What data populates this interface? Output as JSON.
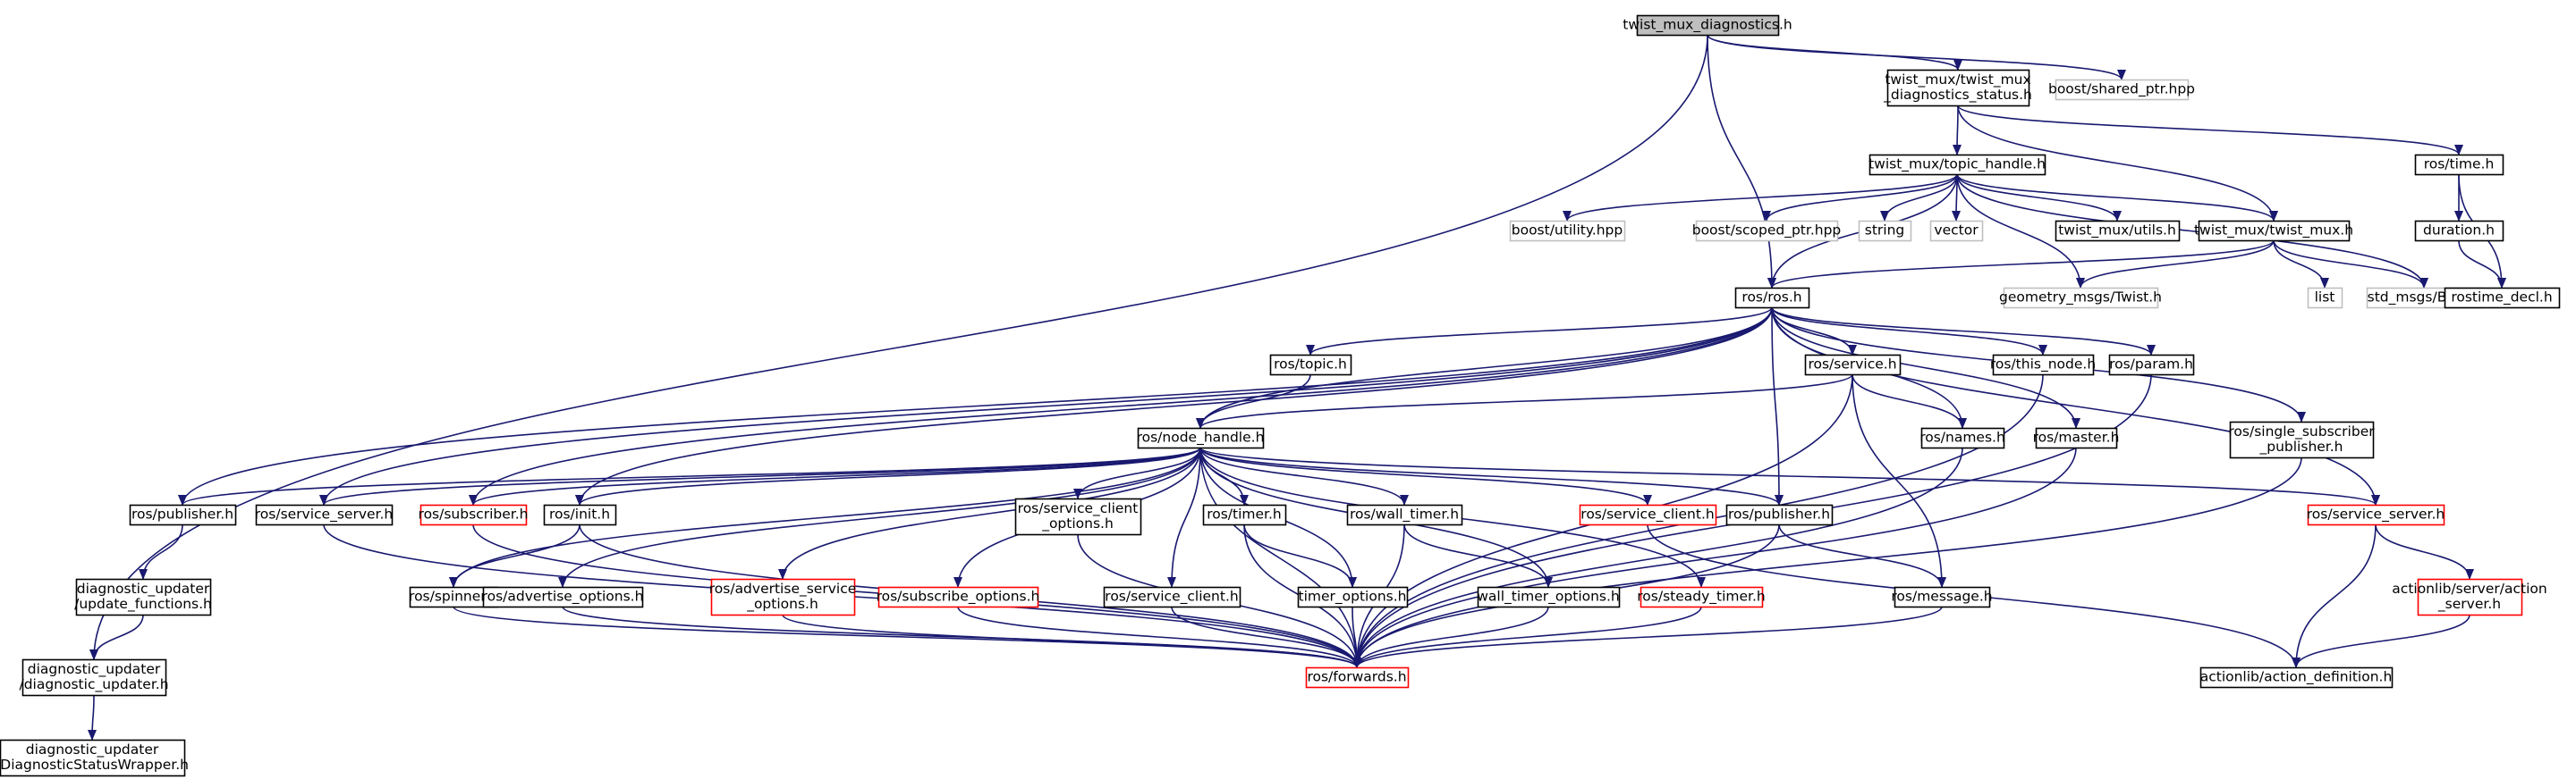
{
  "colors": {
    "edge": "#191970",
    "border_normal": "#000000",
    "border_missing": "#bfbfbf",
    "border_truncated": "#ff0000",
    "root_fill": "#bfbfbf",
    "node_fill": "#ffffff"
  },
  "nodes": [
    {
      "id": "root",
      "kind": "root",
      "lines": [
        "twist_mux_diagnostics.h"
      ]
    },
    {
      "id": "status",
      "kind": "normal",
      "lines": [
        "twist_mux/twist_mux",
        "_diagnostics_status.h"
      ]
    },
    {
      "id": "shared_ptr",
      "kind": "missing",
      "lines": [
        "boost/shared_ptr.hpp"
      ]
    },
    {
      "id": "topic_handle",
      "kind": "normal",
      "lines": [
        "twist_mux/topic_handle.h"
      ]
    },
    {
      "id": "ros_time",
      "kind": "normal",
      "lines": [
        "ros/time.h"
      ]
    },
    {
      "id": "utility",
      "kind": "missing",
      "lines": [
        "boost/utility.hpp"
      ]
    },
    {
      "id": "scoped_ptr",
      "kind": "missing",
      "lines": [
        "boost/scoped_ptr.hpp"
      ]
    },
    {
      "id": "string",
      "kind": "missing",
      "lines": [
        "string"
      ]
    },
    {
      "id": "vector",
      "kind": "missing",
      "lines": [
        "vector"
      ]
    },
    {
      "id": "utils",
      "kind": "normal",
      "lines": [
        "twist_mux/utils.h"
      ]
    },
    {
      "id": "twist_mux",
      "kind": "normal",
      "lines": [
        "twist_mux/twist_mux.h"
      ]
    },
    {
      "id": "duration",
      "kind": "normal",
      "lines": [
        "duration.h"
      ]
    },
    {
      "id": "ros_h",
      "kind": "normal",
      "lines": [
        "ros/ros.h"
      ]
    },
    {
      "id": "twist_msg",
      "kind": "missing",
      "lines": [
        "geometry_msgs/Twist.h"
      ]
    },
    {
      "id": "list",
      "kind": "missing",
      "lines": [
        "list"
      ]
    },
    {
      "id": "bool",
      "kind": "missing",
      "lines": [
        "std_msgs/Bool.h"
      ]
    },
    {
      "id": "rostime_decl",
      "kind": "normal",
      "lines": [
        "rostime_decl.h"
      ]
    },
    {
      "id": "topic",
      "kind": "normal",
      "lines": [
        "ros/topic.h"
      ]
    },
    {
      "id": "service",
      "kind": "normal",
      "lines": [
        "ros/service.h"
      ]
    },
    {
      "id": "this_node",
      "kind": "normal",
      "lines": [
        "ros/this_node.h"
      ]
    },
    {
      "id": "param",
      "kind": "normal",
      "lines": [
        "ros/param.h"
      ]
    },
    {
      "id": "node_handle",
      "kind": "normal",
      "lines": [
        "ros/node_handle.h"
      ]
    },
    {
      "id": "names",
      "kind": "normal",
      "lines": [
        "ros/names.h"
      ]
    },
    {
      "id": "master",
      "kind": "normal",
      "lines": [
        "ros/master.h"
      ]
    },
    {
      "id": "single_sub",
      "kind": "normal",
      "lines": [
        "ros/single_subscriber",
        "_publisher.h"
      ]
    },
    {
      "id": "publisher_l",
      "kind": "normal",
      "lines": [
        "ros/publisher.h"
      ]
    },
    {
      "id": "service_server_l",
      "kind": "normal",
      "lines": [
        "ros/service_server.h"
      ]
    },
    {
      "id": "subscriber",
      "kind": "truncated",
      "lines": [
        "ros/subscriber.h"
      ]
    },
    {
      "id": "init",
      "kind": "normal",
      "lines": [
        "ros/init.h"
      ]
    },
    {
      "id": "svc_client_opts",
      "kind": "normal",
      "lines": [
        "ros/service_client",
        "_options.h"
      ]
    },
    {
      "id": "timer",
      "kind": "normal",
      "lines": [
        "ros/timer.h"
      ]
    },
    {
      "id": "wall_timer",
      "kind": "normal",
      "lines": [
        "ros/wall_timer.h"
      ]
    },
    {
      "id": "service_client_r",
      "kind": "truncated",
      "lines": [
        "ros/service_client.h"
      ]
    },
    {
      "id": "publisher_r",
      "kind": "normal",
      "lines": [
        "ros/publisher.h"
      ]
    },
    {
      "id": "service_server_r",
      "kind": "truncated",
      "lines": [
        "ros/service_server.h"
      ]
    },
    {
      "id": "update_functions",
      "kind": "normal",
      "lines": [
        "diagnostic_updater",
        "/update_functions.h"
      ]
    },
    {
      "id": "spinner",
      "kind": "normal",
      "lines": [
        "ros/spinner.h"
      ]
    },
    {
      "id": "advertise_options",
      "kind": "normal",
      "lines": [
        "ros/advertise_options.h"
      ]
    },
    {
      "id": "adv_service_opts",
      "kind": "truncated",
      "lines": [
        "ros/advertise_service",
        "_options.h"
      ]
    },
    {
      "id": "subscribe_options",
      "kind": "truncated",
      "lines": [
        "ros/subscribe_options.h"
      ]
    },
    {
      "id": "service_client_m",
      "kind": "normal",
      "lines": [
        "ros/service_client.h"
      ]
    },
    {
      "id": "timer_options",
      "kind": "normal",
      "lines": [
        "timer_options.h"
      ]
    },
    {
      "id": "wall_timer_options",
      "kind": "normal",
      "lines": [
        "wall_timer_options.h"
      ]
    },
    {
      "id": "steady_timer",
      "kind": "truncated",
      "lines": [
        "ros/steady_timer.h"
      ]
    },
    {
      "id": "message",
      "kind": "normal",
      "lines": [
        "ros/message.h"
      ]
    },
    {
      "id": "action_server",
      "kind": "truncated",
      "lines": [
        "actionlib/server/action",
        "_server.h"
      ]
    },
    {
      "id": "diag_updater",
      "kind": "normal",
      "lines": [
        "diagnostic_updater",
        "/diagnostic_updater.h"
      ]
    },
    {
      "id": "forwards",
      "kind": "truncated",
      "lines": [
        "ros/forwards.h"
      ]
    },
    {
      "id": "action_def",
      "kind": "normal",
      "lines": [
        "actionlib/action_definition.h"
      ]
    },
    {
      "id": "status_wrapper",
      "kind": "normal",
      "lines": [
        "diagnostic_updater",
        "/DiagnosticStatusWrapper.h"
      ]
    }
  ],
  "edges": [
    [
      "root",
      "status"
    ],
    [
      "root",
      "shared_ptr"
    ],
    [
      "root",
      "ros_h"
    ],
    [
      "root",
      "diag_updater"
    ],
    [
      "status",
      "topic_handle"
    ],
    [
      "status",
      "ros_time"
    ],
    [
      "status",
      "twist_mux"
    ],
    [
      "ros_time",
      "duration"
    ],
    [
      "ros_time",
      "rostime_decl"
    ],
    [
      "duration",
      "rostime_decl"
    ],
    [
      "topic_handle",
      "utility"
    ],
    [
      "topic_handle",
      "scoped_ptr"
    ],
    [
      "topic_handle",
      "string"
    ],
    [
      "topic_handle",
      "vector"
    ],
    [
      "topic_handle",
      "utils"
    ],
    [
      "topic_handle",
      "twist_mux"
    ],
    [
      "topic_handle",
      "ros_h"
    ],
    [
      "topic_handle",
      "twist_msg"
    ],
    [
      "topic_handle",
      "bool"
    ],
    [
      "twist_mux",
      "ros_h"
    ],
    [
      "twist_mux",
      "twist_msg"
    ],
    [
      "twist_mux",
      "list"
    ],
    [
      "twist_mux",
      "bool"
    ],
    [
      "ros_h",
      "topic"
    ],
    [
      "ros_h",
      "service"
    ],
    [
      "ros_h",
      "this_node"
    ],
    [
      "ros_h",
      "param"
    ],
    [
      "ros_h",
      "node_handle"
    ],
    [
      "ros_h",
      "names"
    ],
    [
      "ros_h",
      "master"
    ],
    [
      "ros_h",
      "single_sub"
    ],
    [
      "ros_h",
      "publisher_l"
    ],
    [
      "ros_h",
      "service_server_l"
    ],
    [
      "ros_h",
      "subscriber"
    ],
    [
      "ros_h",
      "init"
    ],
    [
      "ros_h",
      "publisher_r"
    ],
    [
      "ros_h",
      "service_server_r"
    ],
    [
      "topic",
      "node_handle"
    ],
    [
      "service",
      "node_handle"
    ],
    [
      "service",
      "names"
    ],
    [
      "service",
      "message"
    ],
    [
      "service",
      "forwards"
    ],
    [
      "this_node",
      "forwards"
    ],
    [
      "param",
      "forwards"
    ],
    [
      "names",
      "forwards"
    ],
    [
      "master",
      "forwards"
    ],
    [
      "single_sub",
      "forwards"
    ],
    [
      "node_handle",
      "publisher_l"
    ],
    [
      "node_handle",
      "service_server_l"
    ],
    [
      "node_handle",
      "subscriber"
    ],
    [
      "node_handle",
      "init"
    ],
    [
      "node_handle",
      "spinner"
    ],
    [
      "node_handle",
      "advertise_options"
    ],
    [
      "node_handle",
      "adv_service_opts"
    ],
    [
      "node_handle",
      "subscribe_options"
    ],
    [
      "node_handle",
      "svc_client_opts"
    ],
    [
      "node_handle",
      "service_client_m"
    ],
    [
      "node_handle",
      "timer"
    ],
    [
      "node_handle",
      "timer_options"
    ],
    [
      "node_handle",
      "wall_timer"
    ],
    [
      "node_handle",
      "wall_timer_options"
    ],
    [
      "node_handle",
      "steady_timer"
    ],
    [
      "node_handle",
      "service_client_r"
    ],
    [
      "node_handle",
      "publisher_r"
    ],
    [
      "node_handle",
      "service_server_r"
    ],
    [
      "node_handle",
      "forwards"
    ],
    [
      "publisher_l",
      "update_functions"
    ],
    [
      "update_functions",
      "diag_updater"
    ],
    [
      "diag_updater",
      "status_wrapper"
    ],
    [
      "service_server_l",
      "forwards"
    ],
    [
      "subscriber",
      "forwards"
    ],
    [
      "init",
      "spinner"
    ],
    [
      "init",
      "forwards"
    ],
    [
      "svc_client_opts",
      "forwards"
    ],
    [
      "timer",
      "timer_options"
    ],
    [
      "timer",
      "forwards"
    ],
    [
      "wall_timer",
      "wall_timer_options"
    ],
    [
      "wall_timer",
      "forwards"
    ],
    [
      "service_client_r",
      "action_def"
    ],
    [
      "publisher_r",
      "message"
    ],
    [
      "publisher_r",
      "forwards"
    ],
    [
      "service_server_r",
      "action_server"
    ],
    [
      "service_server_r",
      "action_def"
    ],
    [
      "action_server",
      "action_def"
    ],
    [
      "advertise_options",
      "forwards"
    ],
    [
      "adv_service_opts",
      "forwards"
    ],
    [
      "subscribe_options",
      "forwards"
    ],
    [
      "service_client_m",
      "forwards"
    ],
    [
      "timer_options",
      "forwards"
    ],
    [
      "wall_timer_options",
      "forwards"
    ],
    [
      "steady_timer",
      "forwards"
    ],
    [
      "spinner",
      "forwards"
    ],
    [
      "message",
      "forwards"
    ]
  ]
}
